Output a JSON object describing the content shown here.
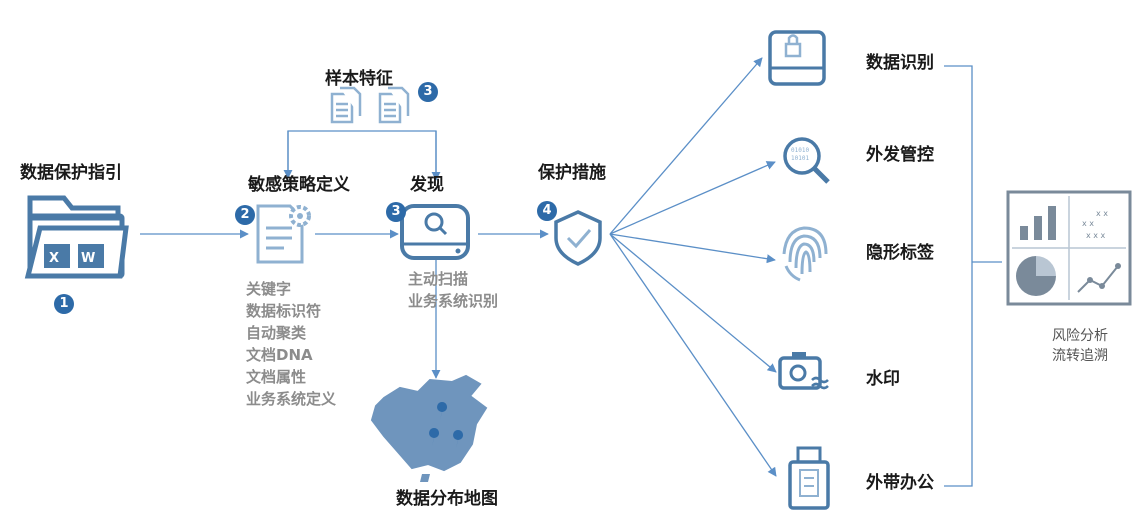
{
  "start": {
    "title": "数据保护指引",
    "step": "1"
  },
  "sample": {
    "title": "样本特征",
    "step": "3"
  },
  "policy": {
    "title": "敏感策略定义",
    "step": "2",
    "items": [
      "关键字",
      "数据标识符",
      "自动聚类",
      "文档DNA",
      "文档属性",
      "业务系统定义"
    ]
  },
  "discover": {
    "title": "发现",
    "step": "3",
    "items": [
      "主动扫描",
      "业务系统识别"
    ]
  },
  "map": {
    "title": "数据分布地图"
  },
  "protect": {
    "title": "保护措施",
    "step": "4"
  },
  "measures": [
    "数据识别",
    "外发管控",
    "隐形标签",
    "水印",
    "外带办公"
  ],
  "analysis": {
    "line1": "风险分析",
    "line2": "流转追溯"
  },
  "colors": {
    "accent": "#2d6aa8",
    "icon_blue": "#4a7aa7",
    "icon_light": "#8fb1d1",
    "arrow": "#5b8fc7"
  }
}
